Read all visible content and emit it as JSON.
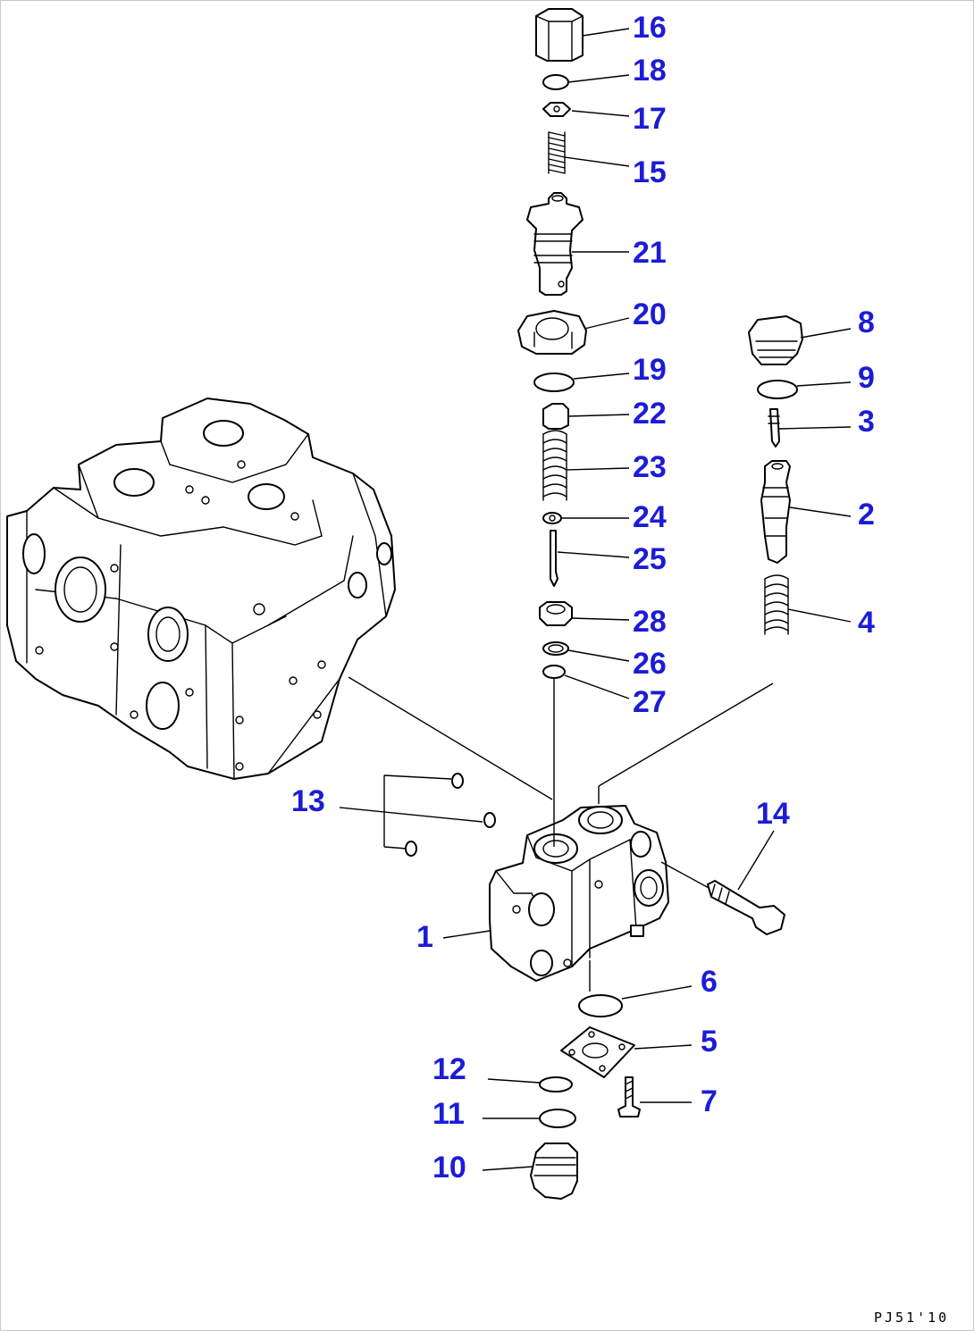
{
  "callouts": {
    "c1": "1",
    "c2": "2",
    "c3": "3",
    "c4": "4",
    "c5": "5",
    "c6": "6",
    "c7": "7",
    "c8": "8",
    "c9": "9",
    "c10": "10",
    "c11": "11",
    "c12": "12",
    "c13": "13",
    "c14": "14",
    "c15": "15",
    "c16": "16",
    "c17": "17",
    "c18": "18",
    "c19": "19",
    "c20": "20",
    "c21": "21",
    "c22": "22",
    "c23": "23",
    "c24": "24",
    "c25": "25",
    "c26": "26",
    "c27": "27",
    "c28": "28"
  },
  "drawing_code": "PJ51'10",
  "colors": {
    "callout": "#1c1cd6",
    "line": "#000000",
    "background": "#ffffff"
  }
}
